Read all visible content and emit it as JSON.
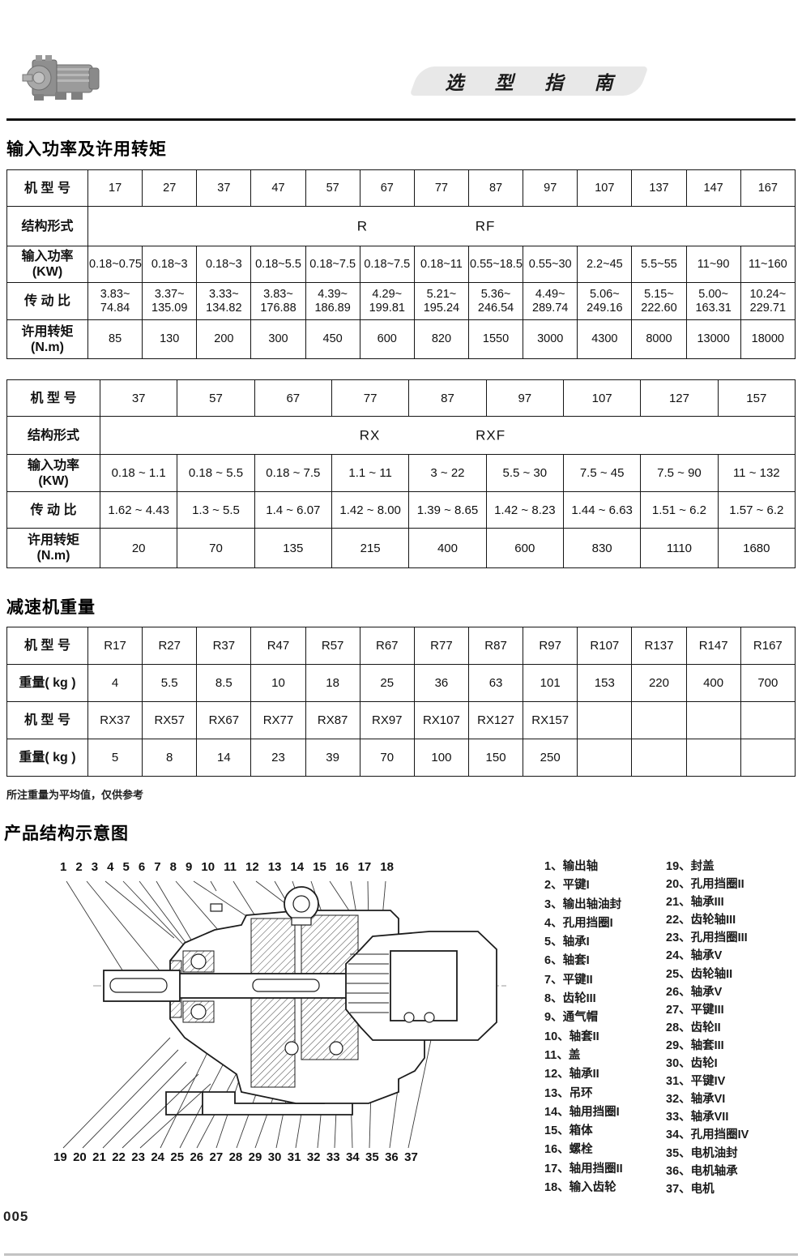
{
  "page": {
    "banner_title": "选 型 指 南",
    "number": "005"
  },
  "sections": {
    "power_torque_title": "输入功率及许用转矩",
    "weight_title": "减速机重量",
    "weight_note": "所注重量为平均值，仅供参考",
    "structure_title": "产品结构示意图"
  },
  "table_r": {
    "rows": [
      {
        "label": "机 型 号",
        "cells": [
          "17",
          "27",
          "37",
          "47",
          "57",
          "67",
          "77",
          "87",
          "97",
          "107",
          "137",
          "147",
          "167"
        ]
      },
      {
        "label": "结构形式",
        "span": true,
        "left": "R",
        "right": "RF"
      },
      {
        "label": "输入功率\n(KW)",
        "cells": [
          "0.18~0.75",
          "0.18~3",
          "0.18~3",
          "0.18~5.5",
          "0.18~7.5",
          "0.18~7.5",
          "0.18~11",
          "0.55~18.5",
          "0.55~30",
          "2.2~45",
          "5.5~55",
          "11~90",
          "11~160"
        ]
      },
      {
        "label": "传 动 比",
        "cells": [
          "3.83~\n74.84",
          "3.37~\n135.09",
          "3.33~\n134.82",
          "3.83~\n176.88",
          "4.39~\n186.89",
          "4.29~\n199.81",
          "5.21~\n195.24",
          "5.36~\n246.54",
          "4.49~\n289.74",
          "5.06~\n249.16",
          "5.15~\n222.60",
          "5.00~\n163.31",
          "10.24~\n229.71"
        ]
      },
      {
        "label": "许用转矩\n(N.m)",
        "cells": [
          "85",
          "130",
          "200",
          "300",
          "450",
          "600",
          "820",
          "1550",
          "3000",
          "4300",
          "8000",
          "13000",
          "18000"
        ]
      }
    ]
  },
  "table_rx": {
    "rows": [
      {
        "label": "机 型 号",
        "cells": [
          "37",
          "57",
          "67",
          "77",
          "87",
          "97",
          "107",
          "127",
          "157"
        ]
      },
      {
        "label": "结构形式",
        "span": true,
        "left": "RX",
        "right": "RXF"
      },
      {
        "label": "输入功率\n(KW)",
        "cells": [
          "0.18 ~ 1.1",
          "0.18 ~ 5.5",
          "0.18 ~ 7.5",
          "1.1 ~ 11",
          "3 ~ 22",
          "5.5 ~ 30",
          "7.5 ~ 45",
          "7.5 ~ 90",
          "11 ~ 132"
        ]
      },
      {
        "label": "传 动 比",
        "cells": [
          "1.62 ~ 4.43",
          "1.3 ~ 5.5",
          "1.4 ~ 6.07",
          "1.42 ~ 8.00",
          "1.39 ~ 8.65",
          "1.42 ~ 8.23",
          "1.44 ~ 6.63",
          "1.51 ~ 6.2",
          "1.57 ~ 6.2"
        ]
      },
      {
        "label": "许用转矩\n(N.m)",
        "cells": [
          "20",
          "70",
          "135",
          "215",
          "400",
          "600",
          "830",
          "1110",
          "1680"
        ]
      }
    ]
  },
  "table_weight": {
    "rows": [
      {
        "label": "机 型 号",
        "cells": [
          "R17",
          "R27",
          "R37",
          "R47",
          "R57",
          "R67",
          "R77",
          "R87",
          "R97",
          "R107",
          "R137",
          "R147",
          "R167"
        ]
      },
      {
        "label": "重量( kg )",
        "cells": [
          "4",
          "5.5",
          "8.5",
          "10",
          "18",
          "25",
          "36",
          "63",
          "101",
          "153",
          "220",
          "400",
          "700"
        ]
      },
      {
        "label": "机 型 号",
        "cells": [
          "RX37",
          "RX57",
          "RX67",
          "RX77",
          "RX87",
          "RX97",
          "RX107",
          "RX127",
          "RX157",
          "",
          "",
          "",
          ""
        ]
      },
      {
        "label": "重量( kg )",
        "cells": [
          "5",
          "8",
          "14",
          "23",
          "39",
          "70",
          "100",
          "150",
          "250",
          "",
          "",
          "",
          ""
        ]
      }
    ]
  },
  "diagram": {
    "top_numbers": [
      "1",
      "2",
      "3",
      "4",
      "5",
      "6",
      "7",
      "8",
      "9",
      "10",
      "11",
      "12",
      "13",
      "14",
      "15",
      "16",
      "17",
      "18"
    ],
    "bottom_numbers": [
      "19",
      "20",
      "21",
      "22",
      "23",
      "24",
      "25",
      "26",
      "27",
      "28",
      "29",
      "30",
      "31",
      "32",
      "33",
      "34",
      "35",
      "36",
      "37"
    ],
    "parts_col1": [
      "1、输出轴",
      "2、平键I",
      "3、输出轴油封",
      "4、孔用挡圈I",
      "5、轴承I",
      "6、轴套I",
      "7、平键II",
      "8、齿轮III",
      "9、通气帽",
      "10、轴套II",
      "11、盖",
      "12、轴承II",
      "13、吊环",
      "14、轴用挡圈I",
      "15、箱体",
      "16、螺栓",
      "17、轴用挡圈II",
      "18、输入齿轮"
    ],
    "parts_col2": [
      "19、封盖",
      "20、孔用挡圈II",
      "21、轴承III",
      "22、齿轮轴III",
      "23、孔用挡圈III",
      "24、轴承V",
      "25、齿轮轴II",
      "26、轴承V",
      "27、平键III",
      "28、齿轮II",
      "29、轴套III",
      "30、齿轮I",
      "31、平键IV",
      "32、轴承VI",
      "33、轴承VII",
      "34、孔用挡圈IV",
      "35、电机油封",
      "36、电机轴承",
      "37、电机"
    ]
  }
}
